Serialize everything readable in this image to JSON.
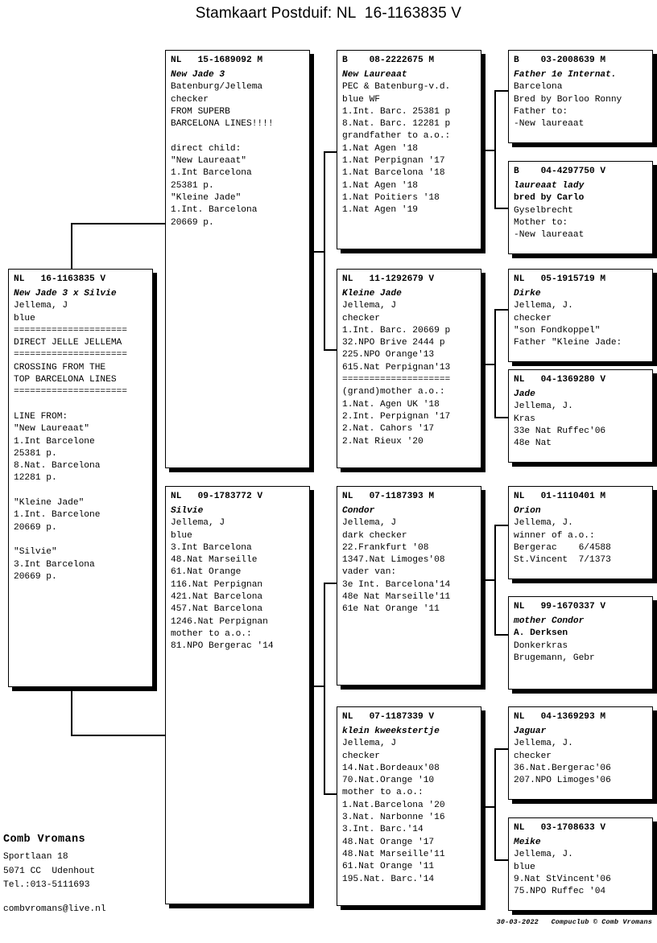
{
  "title": "Stamkaart Postduif: NL  16-1163835 V",
  "subject": {
    "ring": "NL   16-1163835 V",
    "name": "New Jade 3 x Silvie",
    "lines": "Jellema, J\nblue\n=====================\nDIRECT JELLE JELLEMA\n=====================\nCROSSING FROM THE\nTOP BARCELONA LINES\n=====================\n\nLINE FROM:\n\"New Laureaat\"\n1.Int Barcelone\n25381 p.\n8.Nat. Barcelona\n12281 p.\n\n\"Kleine Jade\"\n1.Int. Barcelone\n20669 p.\n\n\"Silvie\"\n3.Int Barcelona\n20669 p."
  },
  "gen1": [
    {
      "ring": "NL   15-1689092 M",
      "name": "New Jade 3",
      "lines": "Batenburg/Jellema\nchecker\nFROM SUPERB\nBARCELONA LINES!!!!\n\ndirect child:\n\"New Laureaat\"\n1.Int Barcelona\n25381 p.\n\"Kleine Jade\"\n1.Int. Barcelona\n20669 p."
    },
    {
      "ring": "NL   09-1783772 V",
      "name": "Silvie",
      "lines": "Jellema, J\nblue\n3.Int Barcelona\n48.Nat Marseille\n61.Nat Orange\n116.Nat Perpignan\n421.Nat Barcelona\n457.Nat Barcelona\n1246.Nat Perpignan\nmother to a.o.:\n81.NPO Bergerac '14"
    }
  ],
  "gen2": [
    {
      "ring": "B    08-2222675 M",
      "name": "New Laureaat",
      "lines": "PEC & Batenburg-v.d.\nblue WF\n1.Int. Barc. 25381 p\n8.Nat. Barc. 12281 p\ngrandfather to a.o.:\n1.Nat Agen '18\n1.Nat Perpignan '17\n1.Nat Barcelona '18\n1.Nat Agen '18\n1.Nat Poitiers '18\n1.Nat Agen '19"
    },
    {
      "ring": "NL   11-1292679 V",
      "name": "Kleine Jade",
      "lines": "Jellema, J\nchecker\n1.Int. Barc. 20669 p\n32.NPO Brive 2444 p\n225.NPO Orange'13\n615.Nat Perpignan'13\n====================\n(grand)mother a.o.:\n1.Nat. Agen UK '18\n2.Int. Perpignan '17\n2.Nat. Cahors '17\n2.Nat Rieux '20"
    },
    {
      "ring": "NL   07-1187393 M",
      "name": "Condor",
      "lines": "Jellema, J\ndark checker\n22.Frankfurt '08\n1347.Nat Limoges'08\nvader van:\n3e Int. Barcelona'14\n48e Nat Marseille'11\n61e Nat Orange '11"
    },
    {
      "ring": "NL   07-1187339 V",
      "name": "klein kweekstertje",
      "lines": "Jellema, J\nchecker\n14.Nat.Bordeaux'08\n70.Nat.Orange '10\nmother to a.o.:\n1.Nat.Barcelona '20\n3.Nat. Narbonne '16\n3.Int. Barc.'14\n48.Nat Orange '17\n48.Nat Marseille'11\n61.Nat Orange '11\n195.Nat. Barc.'14"
    }
  ],
  "gen3": [
    {
      "ring": "B    03-2008639 M",
      "name": "Father 1e Internat.",
      "lines": "Barcelona\nBred by Borloo Ronny\nFather to:\n-New laureaat"
    },
    {
      "ring": "B    04-4297750 V",
      "name": "laureaat lady",
      "lines": "bred by Carlo\nGyselbrecht\nMother to:\n-New laureaat",
      "bold_first": true
    },
    {
      "ring": "NL   05-1915719 M",
      "name": "Dirke",
      "lines": "Jellema, J.\nchecker\n\"son Fondkoppel\"\nFather \"Kleine Jade:"
    },
    {
      "ring": "NL   04-1369280 V",
      "name": "Jade",
      "lines": "Jellema, J.\nKras\n33e Nat Ruffec'06\n48e Nat"
    },
    {
      "ring": "NL   01-1110401 M",
      "name": "Orion",
      "lines": "Jellema, J.\nwinner of a.o.:\nBergerac    6/4588\nSt.Vincent  7/1373"
    },
    {
      "ring": "NL   99-1670337 V",
      "name": "mother Condor",
      "lines": "A. Derksen\nDonkerkras\nBrugemann, Gebr",
      "bold_first": true
    },
    {
      "ring": "NL   04-1369293 M",
      "name": "Jaguar",
      "lines": "Jellema, J.\nchecker\n36.Nat.Bergerac'06\n207.NPO Limoges'06"
    },
    {
      "ring": "NL   03-1708633 V",
      "name": "Meike",
      "lines": "Jellema, J.\nblue\n9.Nat StVincent'06\n75.NPO Ruffec '04"
    }
  ],
  "footer": {
    "name": "Comb Vromans",
    "address": "Sportlaan 18\n5071 CC  Udenhout\nTel.:013-5111693",
    "email": "combvromans@live.nl",
    "credit": "30-03-2022   Compuclub © Comb Vromans"
  }
}
